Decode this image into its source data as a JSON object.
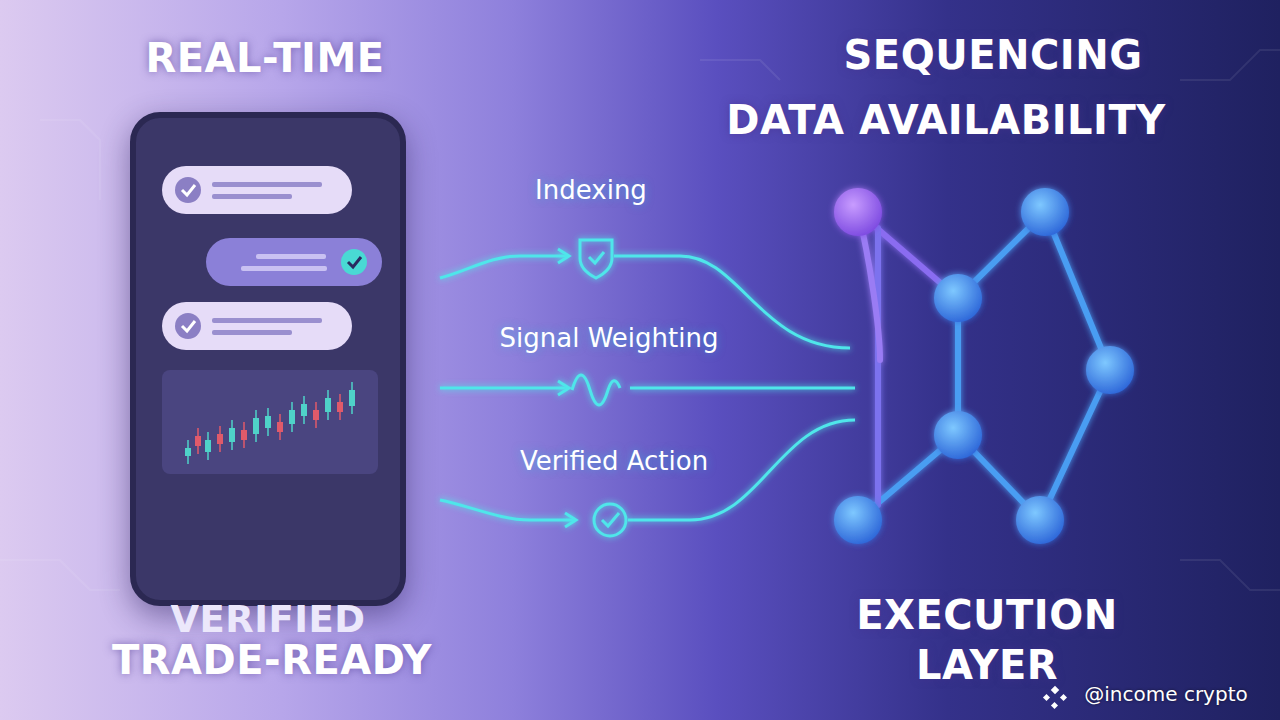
{
  "diagram": {
    "nodes": [
      {
        "text": [
          "VERIFIED"
        ]
      }
    ],
    "labels": [
      "REAL-TIME",
      "TRADE-READY",
      "SEQUENCING",
      "DATA AVAILABILITY",
      "Indexing",
      "Signal Weighting",
      "Verified Action",
      "EXECUTION LAYER",
      "@income crypto"
    ]
  }
}
